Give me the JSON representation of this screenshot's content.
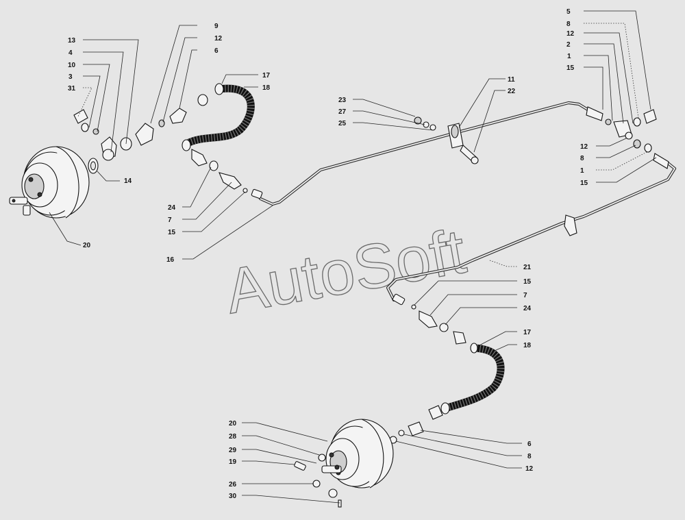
{
  "watermark": "AutoSoft",
  "callouts": {
    "top_left": {
      "c13": "13",
      "c4": "4",
      "c10": "10",
      "c3": "3",
      "c31": "31",
      "c14": "14",
      "c20": "20",
      "c9": "9",
      "c12": "12",
      "c6": "6",
      "c17": "17",
      "c18": "18",
      "c24": "24",
      "c7": "7",
      "c15": "15",
      "c16": "16"
    },
    "top_middle": {
      "c23": "23",
      "c27": "27",
      "c25": "25",
      "c11": "11",
      "c22": "22"
    },
    "top_right": {
      "c5": "5",
      "c8": "8",
      "c12": "12",
      "c2": "2",
      "c1": "1",
      "c15": "15",
      "c12b": "12",
      "c8b": "8",
      "c1b": "1",
      "c15b": "15"
    },
    "middle": {
      "c21": "21",
      "c15": "15",
      "c7": "7",
      "c24": "24",
      "c17": "17",
      "c18": "18"
    },
    "bottom": {
      "c20": "20",
      "c28": "28",
      "c29": "29",
      "c19": "19",
      "c26": "26",
      "c30": "30",
      "c6": "6",
      "c8": "8",
      "c12": "12"
    }
  }
}
